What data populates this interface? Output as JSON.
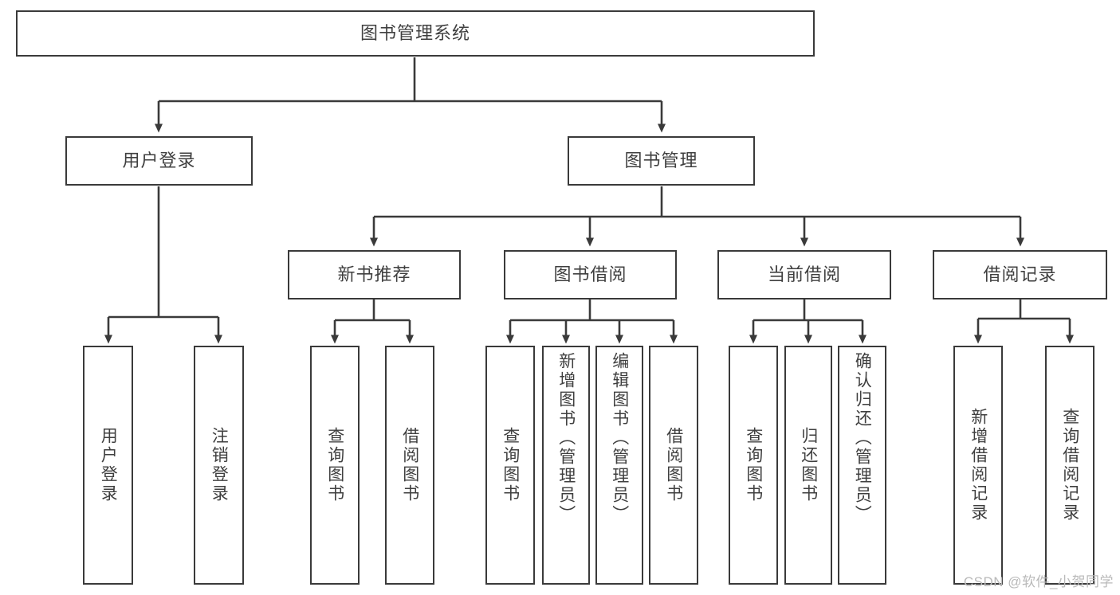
{
  "diagram": {
    "title": "图书管理系统",
    "type": "tree-hierarchy-diagram",
    "root": {
      "id": "root",
      "label": "图书管理系统",
      "orientation": "horizontal"
    },
    "level1": [
      {
        "id": "user-login",
        "label": "用户登录",
        "orientation": "horizontal"
      },
      {
        "id": "book-management",
        "label": "图书管理",
        "orientation": "horizontal"
      }
    ],
    "level2": [
      {
        "id": "new-book-recommend",
        "label": "新书推荐",
        "orientation": "horizontal",
        "parent": "book-management"
      },
      {
        "id": "book-borrow",
        "label": "图书借阅",
        "orientation": "horizontal",
        "parent": "book-management"
      },
      {
        "id": "current-borrow",
        "label": "当前借阅",
        "orientation": "horizontal",
        "parent": "book-management"
      },
      {
        "id": "borrow-record",
        "label": "借阅记录",
        "orientation": "horizontal",
        "parent": "book-management"
      }
    ],
    "leaves": [
      {
        "id": "leaf-user-login",
        "label": "用户登录",
        "parent": "user-login",
        "orientation": "vertical"
      },
      {
        "id": "leaf-user-logout",
        "label": "注销登录",
        "parent": "user-login",
        "orientation": "vertical"
      },
      {
        "id": "leaf-query-book-1",
        "label": "查询图书",
        "parent": "new-book-recommend",
        "orientation": "vertical"
      },
      {
        "id": "leaf-borrow-book-1",
        "label": "借阅图书",
        "parent": "new-book-recommend",
        "orientation": "vertical"
      },
      {
        "id": "leaf-query-book-2",
        "label": "查询图书",
        "parent": "book-borrow",
        "orientation": "vertical"
      },
      {
        "id": "leaf-add-book",
        "label": "新增图书（管理员）",
        "parent": "book-borrow",
        "orientation": "vertical"
      },
      {
        "id": "leaf-edit-book",
        "label": "编辑图书（管理员）",
        "parent": "book-borrow",
        "orientation": "vertical"
      },
      {
        "id": "leaf-borrow-book-2",
        "label": "借阅图书",
        "parent": "book-borrow",
        "orientation": "vertical"
      },
      {
        "id": "leaf-query-book-3",
        "label": "查询图书",
        "parent": "current-borrow",
        "orientation": "vertical"
      },
      {
        "id": "leaf-return-book",
        "label": "归还图书",
        "parent": "current-borrow",
        "orientation": "vertical"
      },
      {
        "id": "leaf-confirm-return",
        "label": "确认归还（管理员）",
        "parent": "current-borrow",
        "orientation": "vertical"
      },
      {
        "id": "leaf-add-record",
        "label": "新增借阅记录",
        "parent": "borrow-record",
        "orientation": "vertical"
      },
      {
        "id": "leaf-query-record",
        "label": "查询借阅记录",
        "parent": "borrow-record",
        "orientation": "vertical"
      }
    ],
    "colors": {
      "stroke": "#3a3a3a",
      "text": "#3f3f3f",
      "background": "#ffffff",
      "watermark": "#b9b9b9"
    }
  },
  "watermark": {
    "text": "CSDN @软件_小贺同学"
  }
}
